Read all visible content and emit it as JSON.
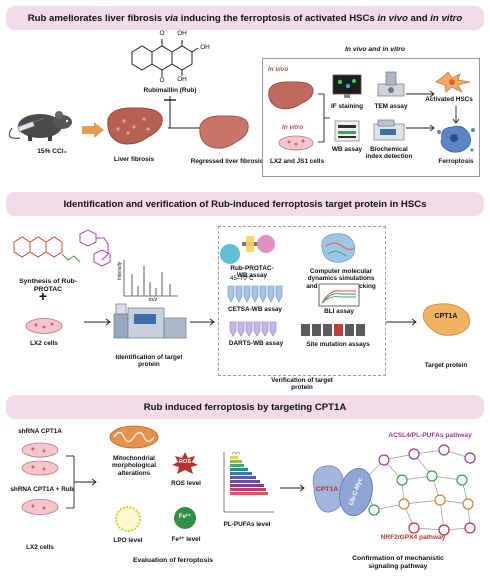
{
  "section1": {
    "title_html": "Rub ameliorates  liver fibrosis <i>via</i> inducing the ferroptosis of activated HSCs <i>in vivo</i> and <i>in vitro</i>",
    "ccl4": "15% CCl₄",
    "liver_fibrosis": "Liver fibrosis",
    "regressed": "Regressed liver fibrosis",
    "rub": "Rubimaillin (Rub)",
    "oh": "OH",
    "o": "O",
    "panel_title": "In vivo and in vitro",
    "in_vivo": "In vivo",
    "in_vitro": "In vitro",
    "cells": "LX2 and JS1 cells",
    "if_staining": "IF staining",
    "tem": "TEM assay",
    "wb": "WB assay",
    "biochem": "Biochemical index detection",
    "activated_hscs": "Activated HSCs",
    "ferroptosis": "Ferroptosis"
  },
  "section2": {
    "title": "Identification and verification of Rub-induced ferroptosis target protein in HSCs",
    "synthesis": "Synthesis of Rub-PROTAC",
    "plus": "+",
    "lx2": "LX2 cells",
    "intensity": "Intensity",
    "mz": "m/z",
    "identification": "Identification of target protein",
    "rub_protac_wb": "Rub-PROTAC-WB assay",
    "computer": "Computer molecular dynamics simulations and molecular docking",
    "temp": "45–70°C",
    "cetsa": "CETSA-WB assay",
    "bli": "BLI assay",
    "darts": "DARTS-WB assay",
    "site": "Site mutation assays",
    "verification": "Verification of target protein",
    "cpt1a": "CPT1A",
    "target_protein": "Target protein"
  },
  "section3": {
    "title": "Rub induced ferroptosis by targeting CPT1A",
    "shrna": "shRNA  CPT1A",
    "shrna_rub": "shRNA  CPT1A + Rub",
    "lx2": "LX2 cells",
    "mito": "Mitochondrial morphological alterations",
    "ros_badge": "ROS",
    "ros": "ROS level",
    "lpo": "LPO level",
    "fe_badge": "Fe²⁺",
    "fe": "Fe²⁺ level",
    "pl": "PL-PUFAs level",
    "evaluation": "Evaluation of ferroptosis",
    "cpt1a": "CPT1A",
    "ubc": "Ub-C-Myc",
    "acsl4": "ACSL4/PL-PUFAs pathway",
    "nrf2": "NRF2/GPX4 pathway",
    "confirmation": "Confirmation of mechanistic signaling pathway"
  },
  "colors": {
    "band": "#f3dbe8",
    "liver": "#c1675c",
    "cells": "#e88a9a",
    "cpt1a": "#a3b6dd",
    "arrow": "#333333",
    "ferroptosis": "#5a86c6",
    "purple": "#9a3a96",
    "green": "#2aa24e",
    "orange": "#e07a36",
    "red": "#c0312f"
  }
}
